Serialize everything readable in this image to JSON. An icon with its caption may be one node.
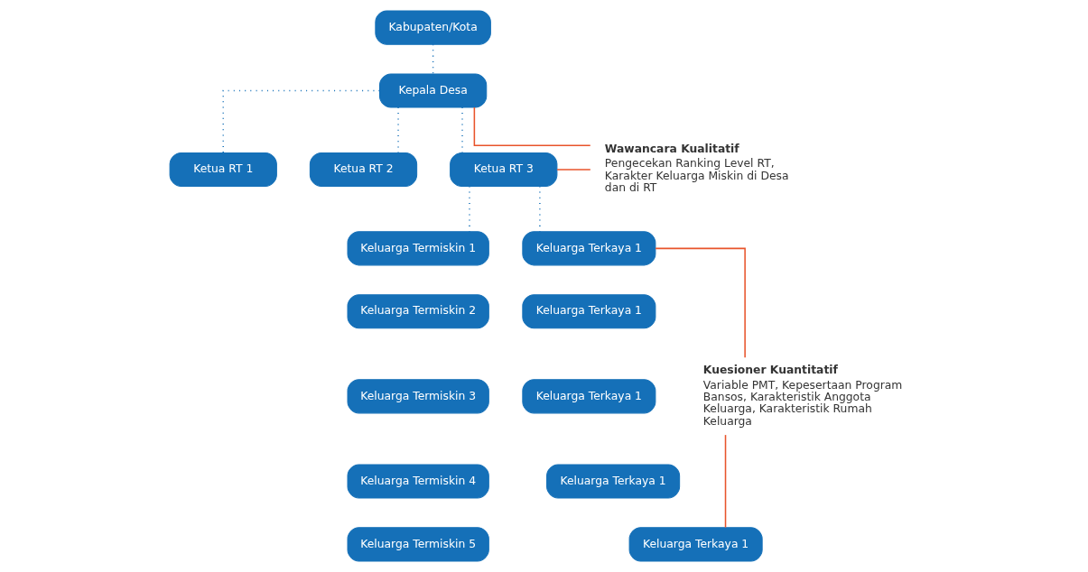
{
  "diagram": {
    "nodes": [
      {
        "text": [
          "Kabupaten/Kota"
        ]
      },
      {
        "text": [
          "Kepala Desa"
        ]
      },
      {
        "text": [
          "Ketua RT 1"
        ]
      },
      {
        "text": [
          "Ketua RT 2"
        ]
      },
      {
        "text": [
          "Ketua RT 3"
        ]
      },
      {
        "text": [
          "Keluarga Termiskin 1"
        ]
      },
      {
        "text": [
          "Keluarga Termiskin 2"
        ]
      },
      {
        "text": [
          "Keluarga Termiskin 3"
        ]
      },
      {
        "text": [
          "Keluarga Termiskin 4"
        ]
      },
      {
        "text": [
          "Keluarga Termiskin 5"
        ]
      },
      {
        "text": [
          "Keluarga Terkaya 1"
        ]
      },
      {
        "text": [
          "Keluarga Terkaya 1"
        ]
      },
      {
        "text": [
          "Keluarga Terkaya 1"
        ]
      },
      {
        "text": [
          "Keluarga Terkaya 1"
        ]
      },
      {
        "text": [
          "Keluarga Terkaya 1"
        ]
      },
      {
        "text": [
          "Wawancara Kualitatif",
          "Pengecekan Ranking Level RT, Karakter Keluarga Miskin di Desa dan di RT"
        ]
      },
      {
        "text": [
          "Kuesioner Kuantitatif",
          "Variable PMT, Kepesertaan Program Bansos, Karakteristik Anggota Keluarga, Karakteristik Rumah Keluarga"
        ]
      }
    ],
    "edges": [
      {
        "from": 0,
        "to": 1,
        "arrow": "none",
        "style": "dashed"
      },
      {
        "from": 1,
        "to": 2,
        "arrow": "none",
        "style": "dashed"
      },
      {
        "from": 1,
        "to": 3,
        "arrow": "none",
        "style": "dashed"
      },
      {
        "from": 1,
        "to": 4,
        "arrow": "none",
        "style": "dashed"
      },
      {
        "from": 4,
        "to": 5,
        "arrow": "none",
        "style": "dashed"
      },
      {
        "from": 4,
        "to": 10,
        "arrow": "none",
        "style": "dashed"
      },
      {
        "from": 1,
        "to": 15,
        "arrow": "none",
        "color": "#e8542b"
      },
      {
        "from": 4,
        "to": 15,
        "arrow": "none",
        "color": "#e8542b"
      },
      {
        "from": 10,
        "to": 16,
        "arrow": "none",
        "color": "#e8542b"
      },
      {
        "from": 14,
        "to": 16,
        "arrow": "none",
        "color": "#e8542b"
      }
    ]
  }
}
